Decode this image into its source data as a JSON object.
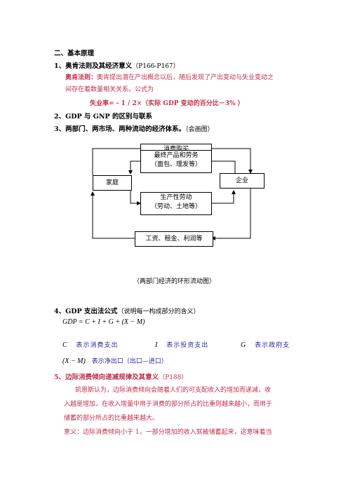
{
  "section_title": "二、基本原理",
  "item1": {
    "num": "1、",
    "title": "奥肯法则及其经济意义",
    "ref": "（P166-P167）",
    "term": "奥肯法则：",
    "line1": "奥肯提出潜在产出概念以后，随后发现了产出变动与失业变动之",
    "line2": "间存在着数量相关关系。公式为",
    "formula": "失业率= - 1 / 2×（实际 GDP 变动的百分比－3% ）"
  },
  "item2": {
    "num": "2、",
    "title": "GDP 与 GNP 的区别与联系"
  },
  "item3": {
    "num": "3、",
    "title": "两部门、两市场、两种流动的经济体系。",
    "note": "（会画图）"
  },
  "diagram": {
    "top": "消费购买",
    "goods_l1": "最终产品和劳务",
    "goods_l2": "（面包、理发等）",
    "household": "家庭",
    "firm": "企业",
    "labor_l1": "生产性劳动",
    "labor_l2": "（劳动、土地等）",
    "bottom": "工资、租金、利润等",
    "caption": "（两部门经济的环形流动图）"
  },
  "item4": {
    "num": "4、",
    "title": "GDP 支出法公式",
    "note": "（说明每一构成部分的含义）",
    "formula": "GDP = C + I + G + (X − M)",
    "c_sym": "C",
    "c_txt": "表示消费支出",
    "i_sym": "I",
    "i_txt": "表示投资支出",
    "g_sym": "G",
    "g_txt": "表示政府支",
    "xm_sym": "(X − M)",
    "xm_txt": "表示净出口（出口—进口）"
  },
  "item5": {
    "num": "5、",
    "title": "边际消费倾向递减规律及其意义",
    "ref": "（P188）",
    "line1": "凯恩斯认为，边际消费倾向会随着人们的可支配收入的增加而递减，收",
    "line2": "入越是增加，在收入增量中用于消费的部分所占的比重则越来越小，而用于",
    "line3": "储蓄的部分所占的比重越来越大。",
    "line4": "意义：边际消费倾向小于 1，一部分增加的收入就被储蓄起来，这意味着当"
  }
}
